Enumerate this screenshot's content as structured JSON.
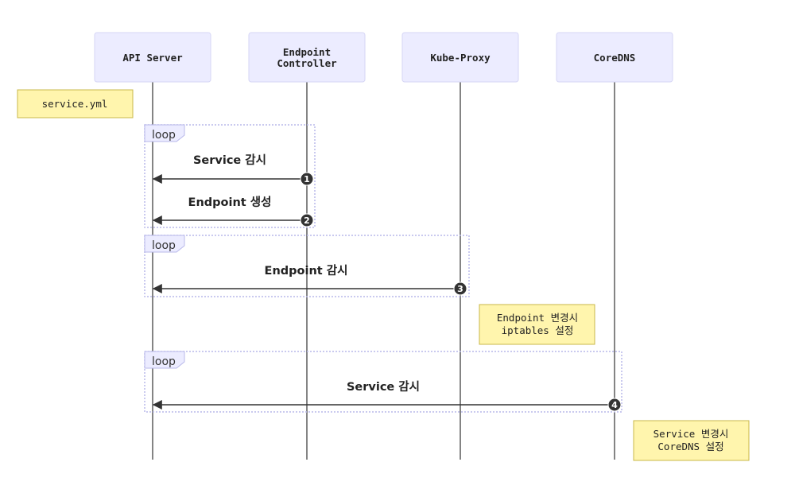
{
  "actors": [
    {
      "lines": [
        "API Server"
      ]
    },
    {
      "lines": [
        "Endpoint",
        "Controller"
      ]
    },
    {
      "lines": [
        "Kube-Proxy"
      ]
    },
    {
      "lines": [
        "CoreDNS"
      ]
    }
  ],
  "notes": [
    {
      "lines": [
        "service.yml"
      ]
    },
    {
      "lines": [
        "Endpoint 변경시",
        "iptables 설정"
      ]
    },
    {
      "lines": [
        "Service 변경시",
        "CoreDNS 설정"
      ]
    }
  ],
  "loops": [
    {
      "label": "loop"
    },
    {
      "label": "loop"
    },
    {
      "label": "loop"
    }
  ],
  "messages": [
    {
      "seq": "1",
      "from": "Endpoint Controller",
      "to": "API Server",
      "label": "Service 감시"
    },
    {
      "seq": "2",
      "from": "Endpoint Controller",
      "to": "API Server",
      "label": "Endpoint 생성"
    },
    {
      "seq": "3",
      "from": "Kube-Proxy",
      "to": "API Server",
      "label": "Endpoint 감시"
    },
    {
      "seq": "4",
      "from": "CoreDNS",
      "to": "API Server",
      "label": "Service 감시"
    }
  ]
}
